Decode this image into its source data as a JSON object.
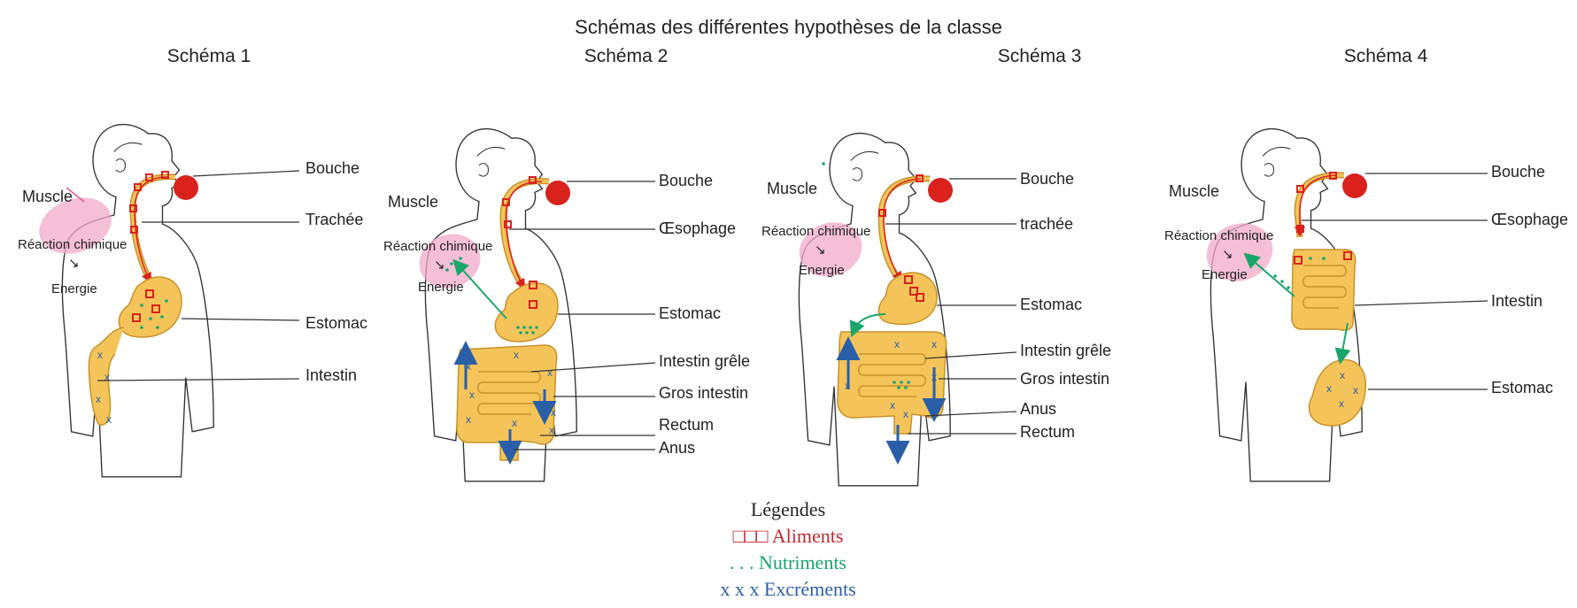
{
  "title": "Schémas des différentes hypothèses de la classe",
  "schemas": [
    {
      "title": "Schéma 1",
      "labels": [
        "Bouche",
        "Trachée",
        "Estomac",
        "Intestin"
      ],
      "muscle": "Muscle",
      "reaction": "Réaction chimique",
      "arrow": "↘",
      "energie": "Energie"
    },
    {
      "title": "Schéma 2",
      "labels": [
        "Bouche",
        "Œsophage",
        "Estomac",
        "Intestin grêle",
        "Gros intestin",
        "Rectum",
        "Anus"
      ],
      "muscle": "Muscle",
      "reaction": "Réaction chimique",
      "arrow": "↘",
      "energie": "Energie"
    },
    {
      "title": "Schéma 3",
      "labels": [
        "Bouche",
        "trachée",
        "Estomac",
        "Intestin grêle",
        "Gros intestin",
        "Anus",
        "Rectum"
      ],
      "muscle": "Muscle",
      "reaction": "Réaction chimique",
      "arrow": "↘",
      "energie": "Energie"
    },
    {
      "title": "Schéma 4",
      "labels": [
        "Bouche",
        "Œsophage",
        "Intestin",
        "Estomac"
      ],
      "muscle": "Muscle",
      "reaction": "Réaction chimique",
      "arrow": "↘",
      "energie": "Energie"
    }
  ],
  "legend": {
    "title": "Légendes",
    "items": [
      {
        "symbol": "□□□",
        "text": "Aliments",
        "color": "#c0282d"
      },
      {
        "symbol": ". . .",
        "text": "Nutriments",
        "color": "#1aa56a"
      },
      {
        "symbol": "x x x",
        "text": "Excréments",
        "color": "#2a5fa8"
      }
    ]
  },
  "colors": {
    "food": "#d9221c",
    "nutrient": "#1aa56a",
    "waste": "#2a5fa8",
    "organ": "#f4c45a",
    "organ_stroke": "#c8922a",
    "muscle": "#f2a9c8"
  }
}
